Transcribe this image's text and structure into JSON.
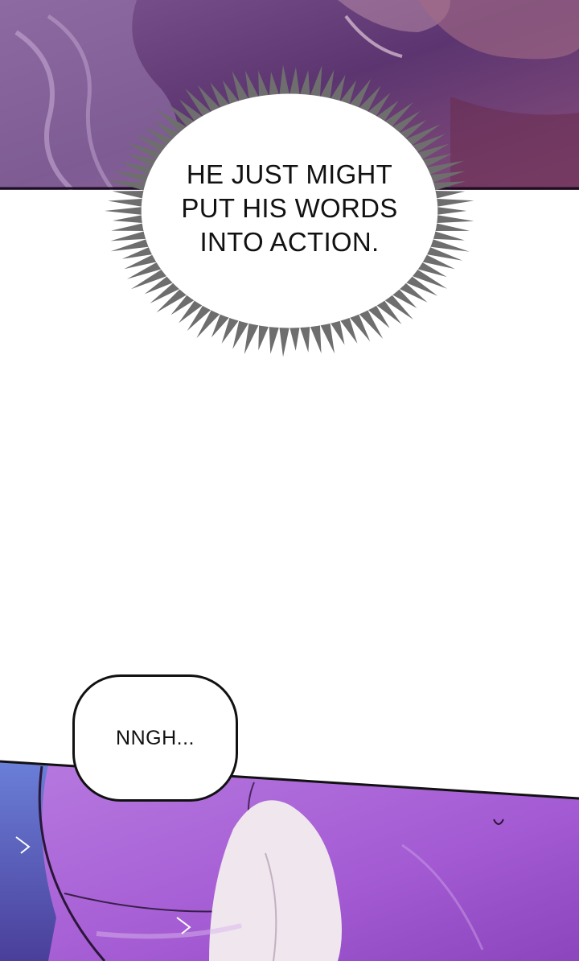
{
  "panels": {
    "top": {
      "description_colors": {
        "base": "#6b3f7a",
        "highlight": "#9b6fae",
        "shadow": "#3c2248"
      }
    },
    "bottom": {
      "description_colors": {
        "base": "#a861d6",
        "highlight": "#c58ae8",
        "shadow": "#7a3fa8",
        "skin": "#efe6ea",
        "dark": "#3a1f4a"
      }
    }
  },
  "burst_bubble": {
    "text": "HE JUST MIGHT PUT HIS WORDS INTO ACTION.",
    "lines": [
      "HE JUST MIGHT",
      "PUT HIS WORDS",
      "INTO ACTION."
    ]
  },
  "speech_bubble": {
    "text": "NNGH..."
  }
}
